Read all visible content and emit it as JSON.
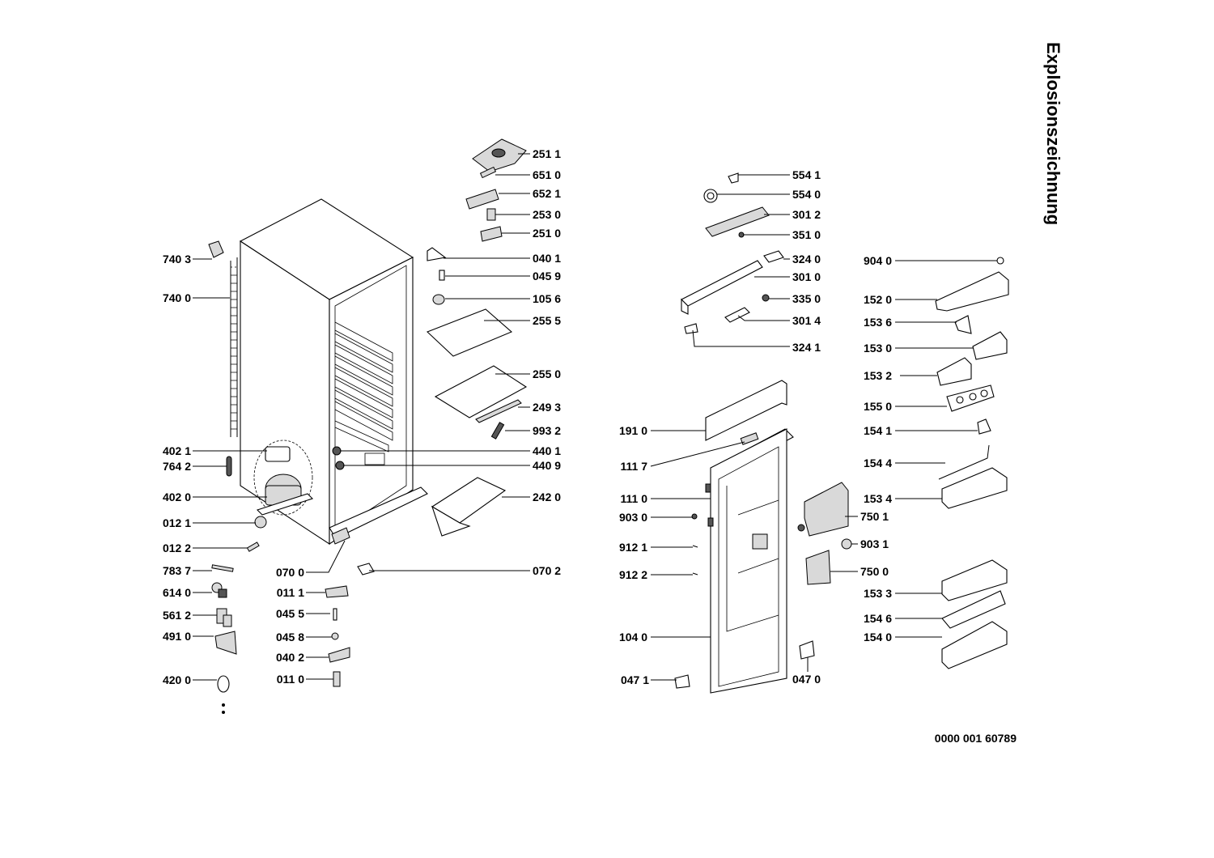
{
  "title": "Explosionszeichnung",
  "document_number": "0000 001 60789",
  "part_labels": {
    "p2511": "251 1",
    "p6510": "651 0",
    "p6521": "652 1",
    "p2530": "253 0",
    "p2510": "251 0",
    "p0401": "040 1",
    "p0459": "045 9",
    "p1056": "105 6",
    "p2555": "255 5",
    "p2550": "255 0",
    "p2493": "249 3",
    "p9932": "993 2",
    "p4401": "440 1",
    "p4409": "440 9",
    "p2420": "242 0",
    "p0702": "070 2",
    "p7403": "740 3",
    "p7400": "740 0",
    "p4021": "402 1",
    "p7642": "764 2",
    "p4020": "402 0",
    "p0121": "012 1",
    "p0122": "012 2",
    "p7837": "783 7",
    "p6140": "614 0",
    "p5612": "561 2",
    "p4910": "491 0",
    "p4200": "420 0",
    "p0700": "070 0",
    "p0111": "011 1",
    "p0455": "045 5",
    "p0458": "045 8",
    "p0402": "040 2",
    "p0110": "011 0",
    "p5541": "554 1",
    "p5540": "554 0",
    "p3012": "301 2",
    "p3510": "351 0",
    "p3240": "324 0",
    "p3010": "301 0",
    "p3350": "335 0",
    "p3014": "301 4",
    "p3241": "324 1",
    "p1910": "191 0",
    "p1117": "111 7",
    "p1110": "111 0",
    "p9030": "903 0",
    "p9121": "912 1",
    "p9122": "912 2",
    "p1040": "104 0",
    "p0471": "047 1",
    "p0470": "047 0",
    "p7501": "750 1",
    "p9031": "903 1",
    "p7500": "750 0",
    "p9040": "904 0",
    "p1520": "152 0",
    "p1536": "153 6",
    "p1530": "153 0",
    "p1532": "153 2",
    "p1550": "155 0",
    "p1541": "154 1",
    "p1544": "154 4",
    "p1534": "153 4",
    "p1533": "153 3",
    "p1546": "154 6",
    "p1540": "154 0"
  }
}
